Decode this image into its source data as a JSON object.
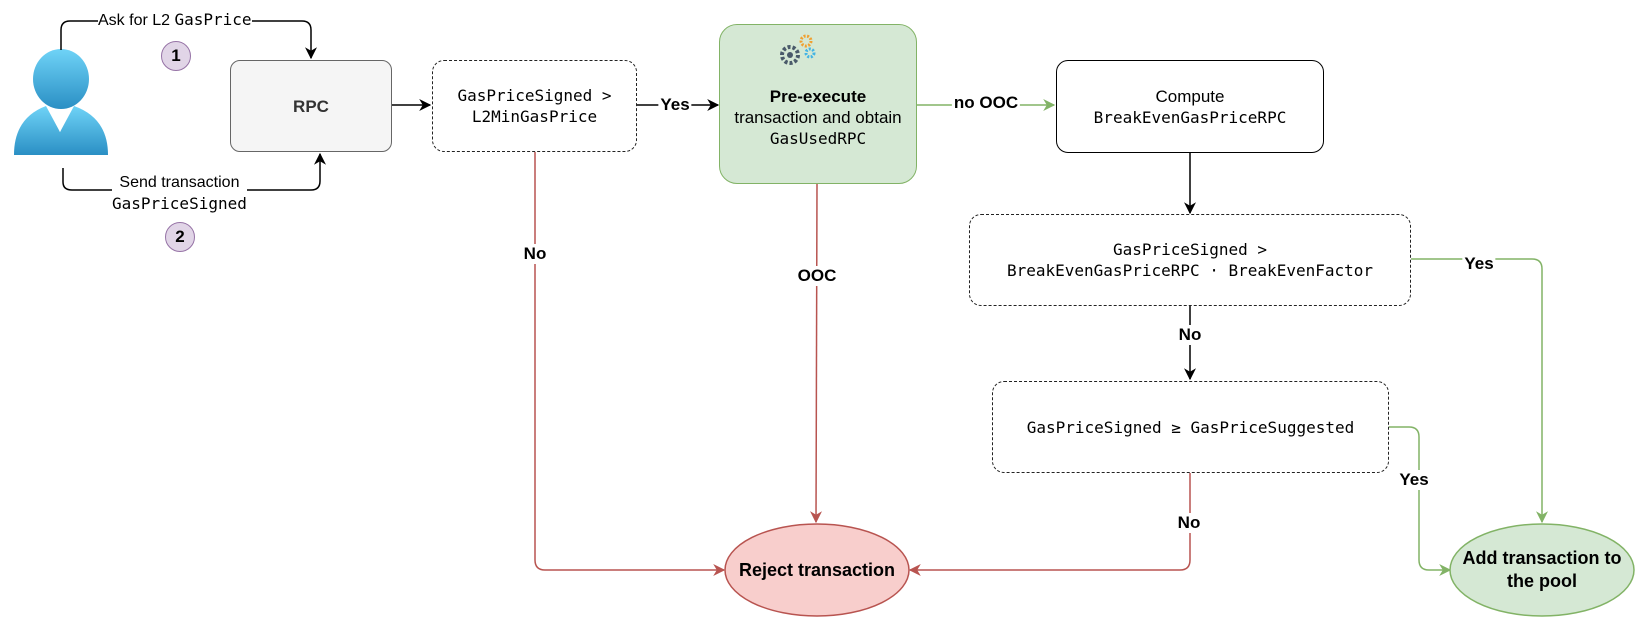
{
  "user_flow": {
    "ask_prefix": "Ask for L2",
    "ask_code": "GasPrice",
    "step1": "1",
    "send_line1": "Send transaction",
    "send_code": "GasPriceSigned",
    "step2": "2"
  },
  "nodes": {
    "rpc": "RPC",
    "check_min": {
      "line1": "GasPriceSigned >",
      "line2": "L2MinGasPrice"
    },
    "pre_execute": {
      "title": "Pre-execute",
      "line2": "transaction and obtain",
      "line3": "GasUsedRPC"
    },
    "compute": {
      "line1": "Compute",
      "line2": "BreakEvenGasPriceRPC"
    },
    "check_breakeven": {
      "line1": "GasPriceSigned >",
      "line2": "BreakEvenGasPriceRPC · BreakEvenFactor"
    },
    "check_suggested": "GasPriceSigned ≥ GasPriceSuggested",
    "reject": "Reject transaction",
    "add": "Add transaction to the pool"
  },
  "edges": {
    "yes_min": "Yes",
    "no_min": "No",
    "no_ooc": "no OOC",
    "ooc": "OOC",
    "yes_breakeven": "Yes",
    "no_breakeven": "No",
    "yes_suggested": "Yes",
    "no_suggested": "No"
  },
  "colors": {
    "green_stroke": "#82b366",
    "green_fill": "#d5e8d4",
    "red_stroke": "#b85450",
    "red_fill": "#f8cecc",
    "gray_fill": "#f5f5f5",
    "step_fill": "#e1d5e7",
    "step_stroke": "#9673a6",
    "user_icon": "#44b4e4"
  },
  "icons": [
    "user-icon",
    "gears-icon"
  ]
}
